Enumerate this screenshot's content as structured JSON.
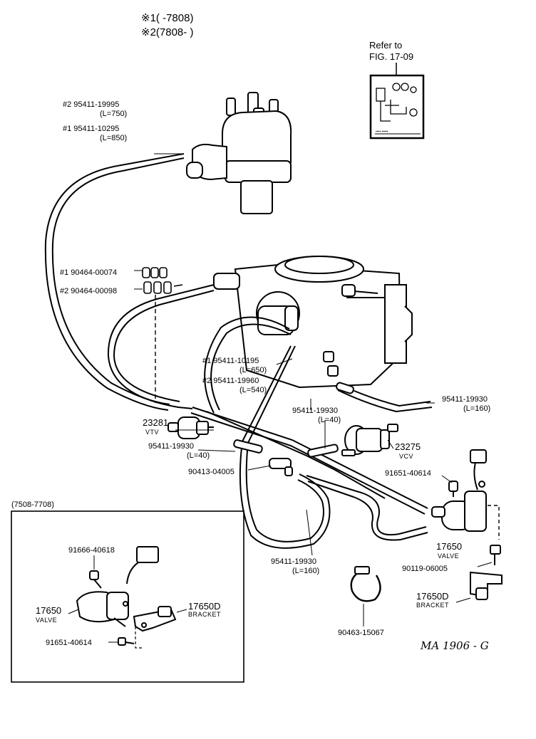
{
  "header": {
    "line1": "※1(      -7808)",
    "line2": "※2(7808-      )"
  },
  "refer": {
    "line1": "Refer to",
    "line2": "FIG. 17-09"
  },
  "labels": {
    "hose_dist_2": "#2 95411-19995",
    "hose_dist_2_len": "(L=750)",
    "hose_dist_1": "#1 95411-10295",
    "hose_dist_1_len": "(L=850)",
    "clip_1": "#1 90464-00074",
    "clip_2": "#2 90464-00098",
    "hose_carb_1": "#1 95411-10195",
    "hose_carb_1_len": "(L=650)",
    "hose_carb_2": "#2 95411-19960",
    "hose_carb_2_len": "(L=540)",
    "vtv_num": "23281",
    "vtv_name": "VTV",
    "hose_vtv": "95411-19930",
    "hose_vtv_len": "(L=40)",
    "hose_mid": "95411-19930",
    "hose_mid_len": "(L=40)",
    "hose_right": "95411-19930",
    "hose_right_len": "(L=160)",
    "vcv_num": "23275",
    "vcv_name": "VCV",
    "tee": "90413-04005",
    "switch_main": "91651-40614",
    "hose_bottom": "95411-19930",
    "hose_bottom_len": "(L=160)",
    "valve_num": "17650",
    "valve_name": "VALVE",
    "bolt": "90119-06005",
    "bracket_num": "17650D",
    "bracket_name": "BRACKET",
    "clamp": "90463-15067",
    "ref_code": "MA 1906 - G"
  },
  "inset": {
    "title": "(7508-7708)",
    "switch": "91666-40618",
    "valve_num": "17650",
    "valve_name": "VALVE",
    "bracket_num": "17650D",
    "bracket_name": "BRACKET",
    "bolt": "91651-40614"
  }
}
